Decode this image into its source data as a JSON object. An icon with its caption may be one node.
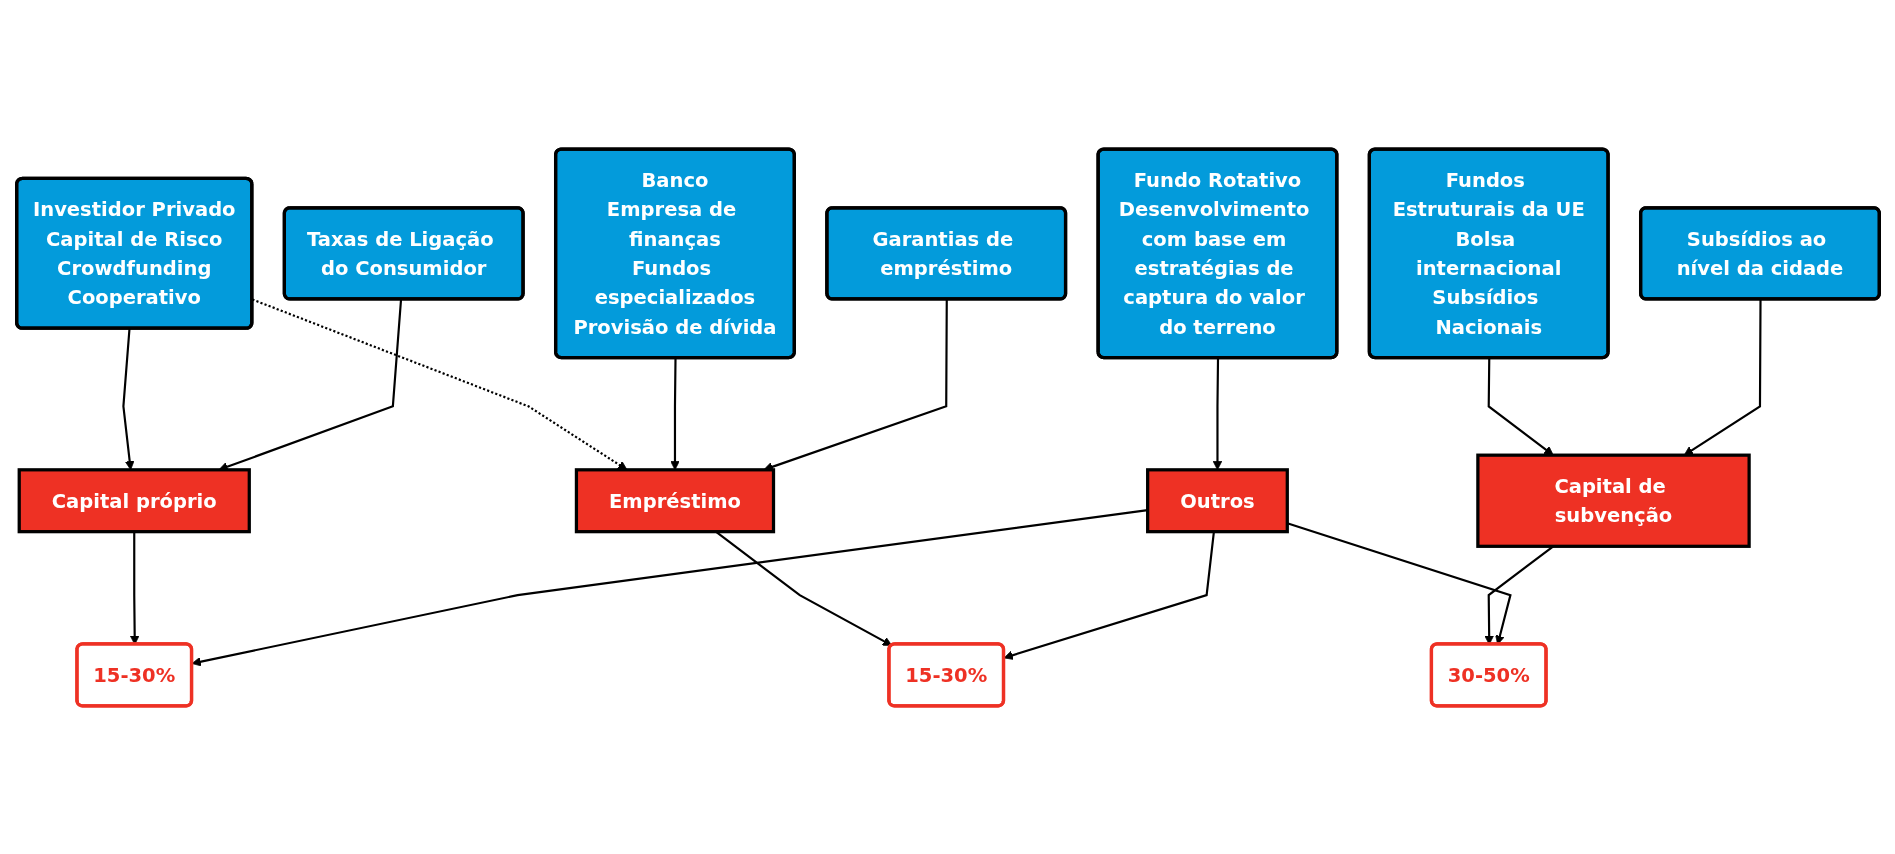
{
  "diagram": {
    "nodes": [
      {
        "text": [
          "Investidor Privado",
          "Capital de Risco",
          "Crowdfunding",
          "Cooperativo"
        ]
      },
      {
        "text": [
          "Taxas de Ligação do Consumidor"
        ]
      },
      {
        "text": [
          "Fundos Estruturais da UE",
          "Bolsa internacional",
          "Subsídios Nacionais"
        ]
      },
      {
        "text": [
          "Subsídios ao nível da cidade"
        ]
      },
      {
        "text": [
          "Banco",
          "Empresa de finanças",
          "Fundos especializados",
          "Provisão de dívida"
        ]
      },
      {
        "text": [
          "Garantias de empréstimo"
        ]
      },
      {
        "text": [
          "Fundo Rotativo",
          "Desenvolvimento com base em estratégias de captura do valor do terreno"
        ]
      },
      {
        "text": [
          "Capital próprio"
        ]
      },
      {
        "text": [
          "Capital de subvenção"
        ]
      },
      {
        "text": [
          "Empréstimo"
        ]
      },
      {
        "text": [
          "Outros"
        ]
      },
      {
        "text": [
          "15-30%"
        ]
      },
      {
        "text": [
          "30-50%"
        ]
      },
      {
        "text": [
          "15-30%"
        ]
      }
    ],
    "edges": [
      {
        "from": 0,
        "to": 7,
        "arrow": "to"
      },
      {
        "from": 1,
        "to": 7,
        "arrow": "to"
      },
      {
        "from": 0,
        "to": 9,
        "arrow": "to",
        "style": "dashed"
      },
      {
        "from": 2,
        "to": 8,
        "arrow": "to"
      },
      {
        "from": 3,
        "to": 8,
        "arrow": "to"
      },
      {
        "from": 4,
        "to": 9,
        "arrow": "to"
      },
      {
        "from": 5,
        "to": 9,
        "arrow": "to"
      },
      {
        "from": 6,
        "to": 10,
        "arrow": "to"
      },
      {
        "from": 7,
        "to": 11,
        "arrow": "to"
      },
      {
        "from": 8,
        "to": 12,
        "arrow": "to"
      },
      {
        "from": 9,
        "to": 13,
        "arrow": "to"
      },
      {
        "from": 10,
        "to": 11,
        "arrow": "to"
      },
      {
        "from": 10,
        "to": 12,
        "arrow": "to"
      },
      {
        "from": 10,
        "to": 13,
        "arrow": "to"
      }
    ]
  }
}
